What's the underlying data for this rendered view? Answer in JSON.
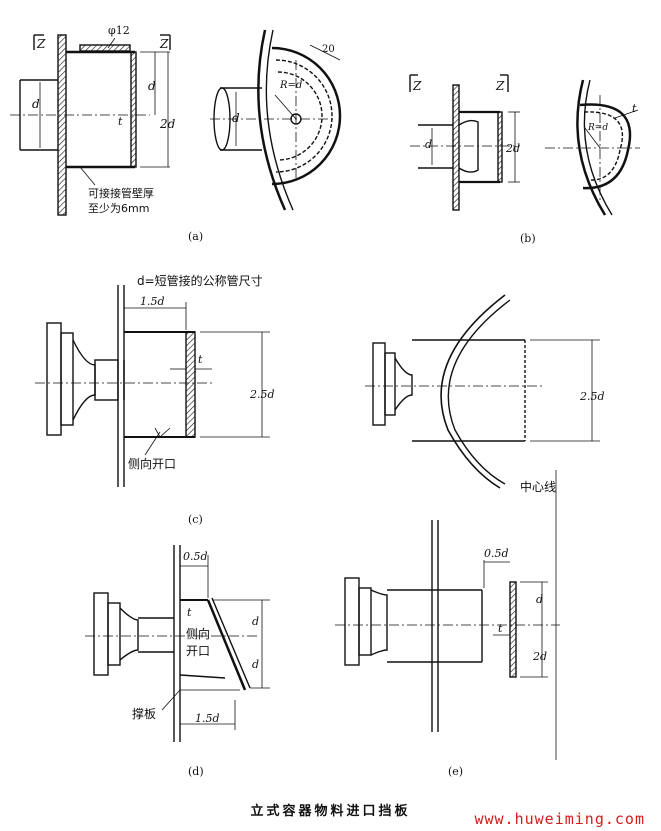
{
  "labels": {
    "d": "d",
    "two_d": "2d",
    "t": "t",
    "r_eq_d": "R=d",
    "phi12": "φ12",
    "twenty": "20",
    "z": "Z",
    "one_point_five_d": "1.5d",
    "two_point_five_d": "2.5d",
    "zero_point_five_d": "0.5d"
  },
  "notes": {
    "weld_note_line1": "可接接管壁厚",
    "weld_note_line2": "至少为6mm",
    "d_definition": "d=短管接的公称管尺寸",
    "side_opening": "侧向开口",
    "side_opening_d_1": "侧向",
    "side_opening_d_2": "开口",
    "brace_plate": "撑板",
    "centerline": "中心线"
  },
  "panels": {
    "a": "(a)",
    "b": "(b)",
    "c": "(c)",
    "d": "(d)",
    "e": "(e)"
  },
  "caption": "立式容器物料进口挡板",
  "watermark": "www.huweiming.com"
}
